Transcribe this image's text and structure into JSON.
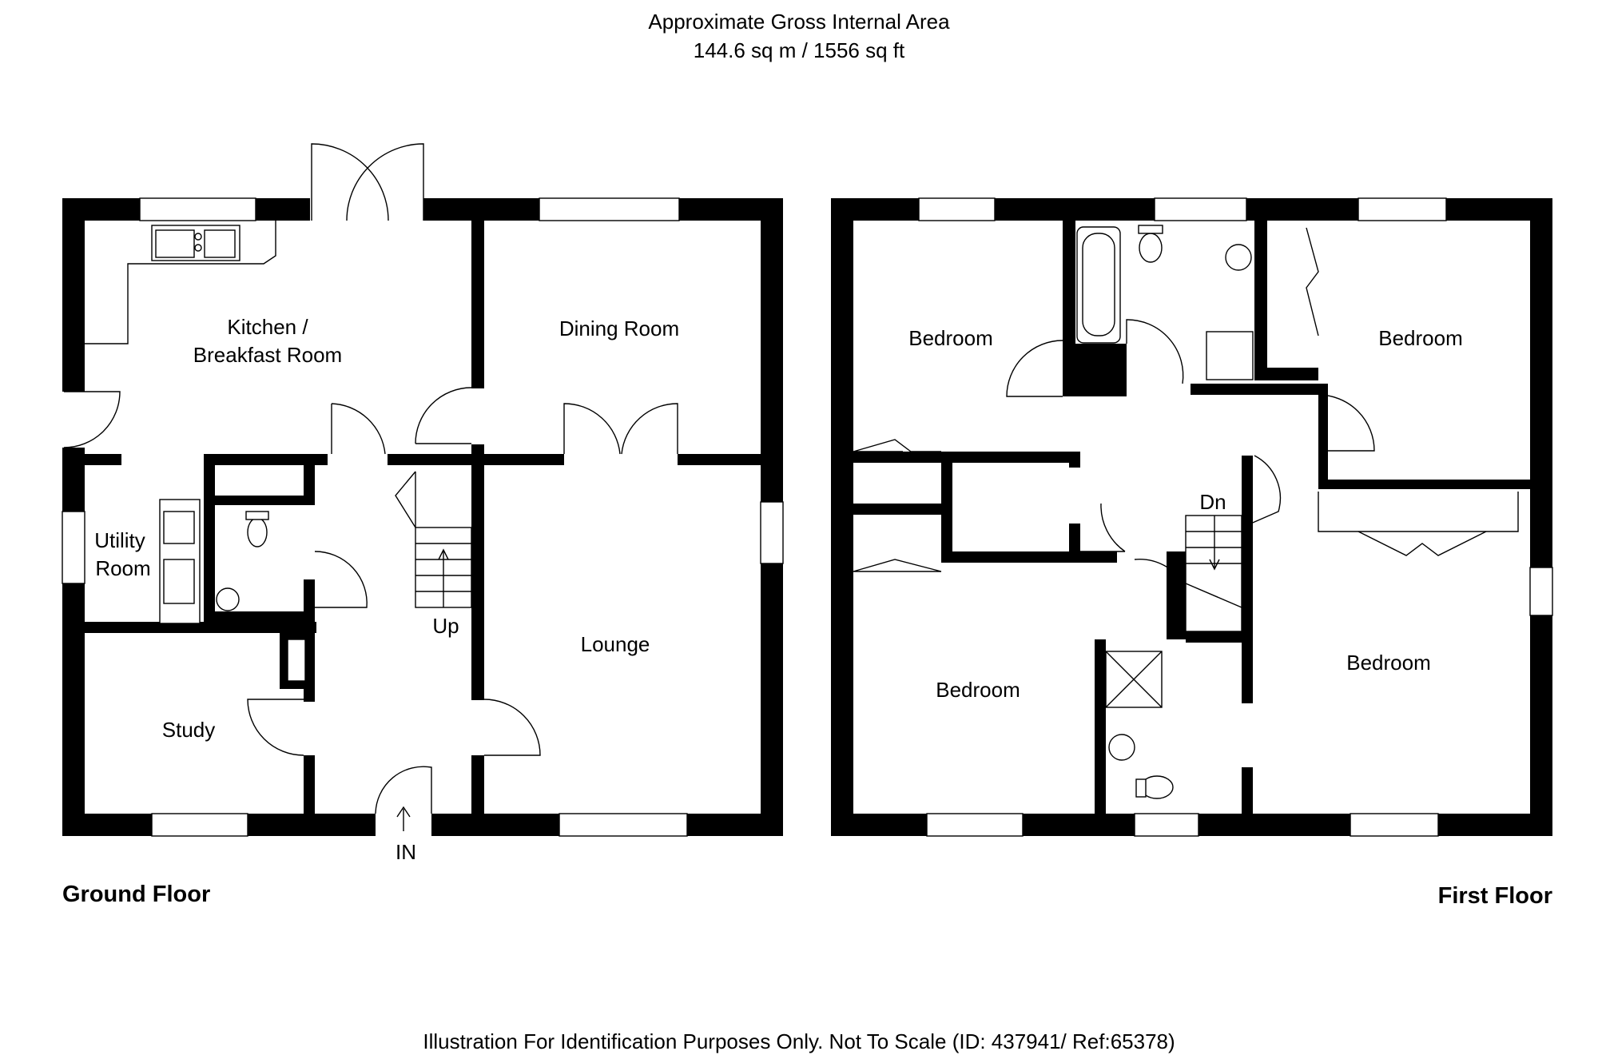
{
  "header": {
    "line1": "Approximate Gross Internal Area",
    "line2": "144.6 sq m / 1556 sq ft"
  },
  "ground_floor": {
    "title": "Ground Floor",
    "rooms": {
      "kitchen_line1": "Kitchen /",
      "kitchen_line2": "Breakfast Room",
      "dining": "Dining Room",
      "utility_line1": "Utility",
      "utility_line2": "Room",
      "lounge": "Lounge",
      "study": "Study"
    },
    "stairs_label": "Up",
    "entrance_label": "IN"
  },
  "first_floor": {
    "title": "First Floor",
    "rooms": {
      "bedroom_nw": "Bedroom",
      "bedroom_ne": "Bedroom",
      "bedroom_sw": "Bedroom",
      "bedroom_se": "Bedroom"
    },
    "stairs_label": "Dn"
  },
  "footer": {
    "disclaimer": "Illustration For Identification Purposes Only. Not To Scale (ID: 437941/ Ref:65378)"
  }
}
